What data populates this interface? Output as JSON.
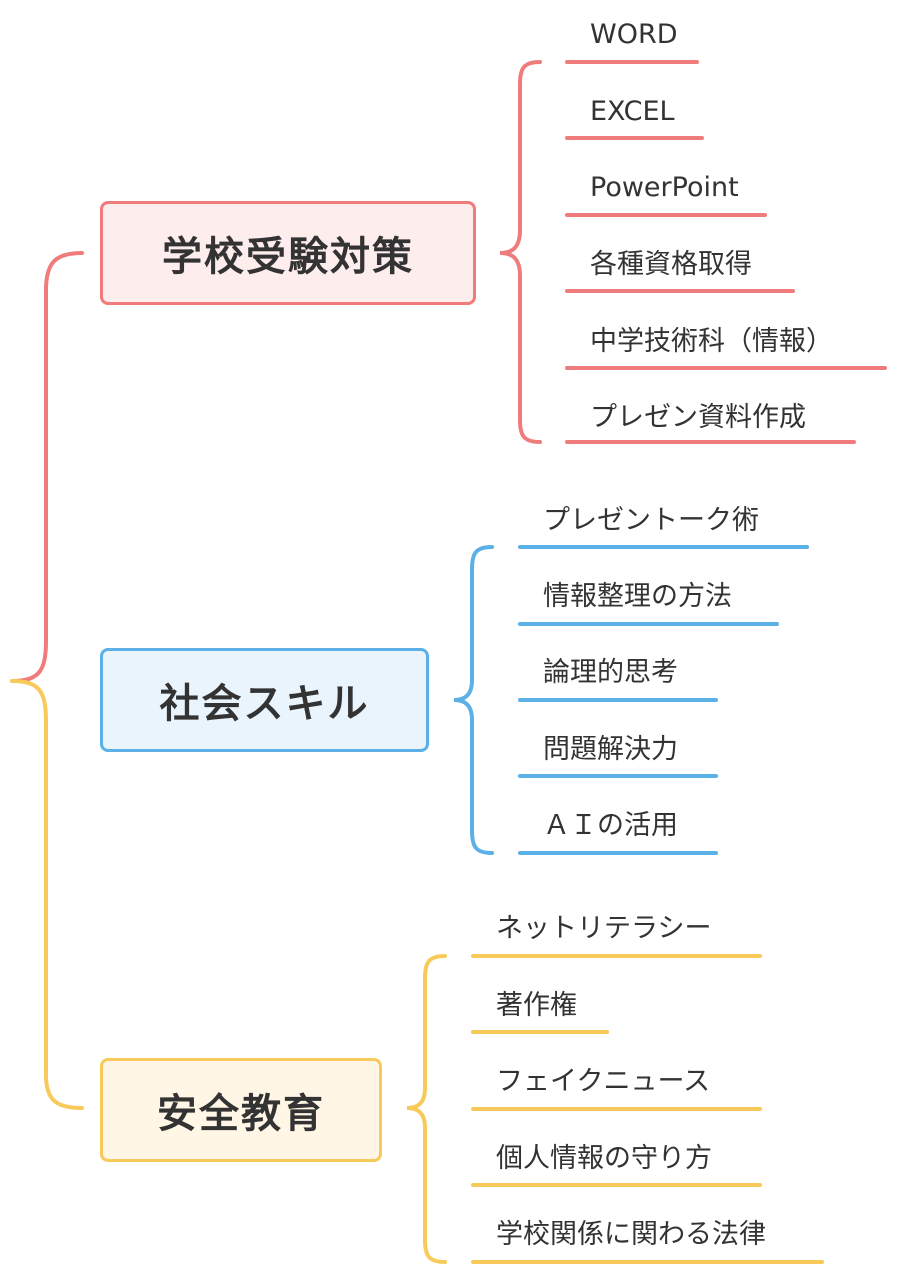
{
  "colors": {
    "branch1": {
      "stroke": "#F07B7C",
      "fill": "#FDEDEC"
    },
    "branch2": {
      "stroke": "#5BB0E6",
      "fill": "#EAF4FC"
    },
    "branch3": {
      "stroke": "#F7CA5A",
      "fill": "#FFF6E6"
    }
  },
  "branches": [
    {
      "label": "学校受験対策",
      "items": [
        "WORD",
        "EXCEL",
        "PowerPoint",
        "各種資格取得",
        "中学技術科（情報）",
        "プレゼン資料作成"
      ]
    },
    {
      "label": "社会スキル",
      "items": [
        "プレゼントーク術",
        "情報整理の方法",
        "論理的思考",
        "問題解決力",
        "ＡＩの活用"
      ]
    },
    {
      "label": "安全教育",
      "items": [
        "ネットリテラシー",
        "著作権",
        "フェイクニュース",
        "個人情報の守り方",
        "学校関係に関わる法律"
      ]
    }
  ]
}
